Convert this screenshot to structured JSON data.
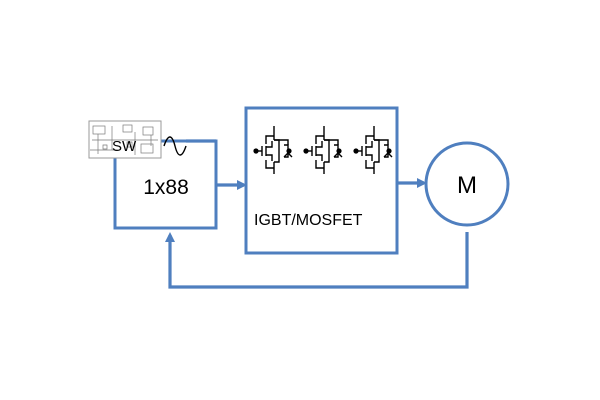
{
  "controller": {
    "sw_label": "SW",
    "name": "1x88"
  },
  "inverter": {
    "label": "IGBT/MOSFET"
  },
  "motor": {
    "label": "M"
  },
  "colors": {
    "line": "#4f7fbf",
    "box_border": "#4f7fbf",
    "text": "#000000"
  },
  "icons": [
    "schematic-thumbnail-icon",
    "sine-wave-icon",
    "transistor-icon"
  ]
}
